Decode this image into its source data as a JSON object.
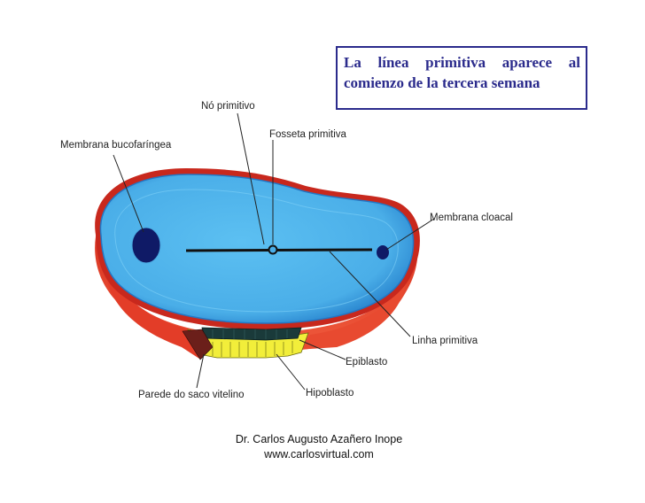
{
  "title": "La línea primitiva aparece al comienzo de la tercera semana",
  "labels": {
    "no_primitivo": "Nó primitivo",
    "membrana_bucofaringea": "Membrana bucofaríngea",
    "fosseta_primitiva": "Fosseta primitiva",
    "membrana_cloacal": "Membrana cloacal",
    "linha_primitiva": "Linha primitiva",
    "epiblasto": "Epiblasto",
    "parede_saco_vitelino": "Parede do saco vitelino",
    "hipoblasto": "Hipoblasto"
  },
  "credit": {
    "author": "Dr. Carlos Augusto Azañero Inope",
    "website": "www.carlosvirtual.com"
  },
  "colors": {
    "epiblast_blue": "#52b6ec",
    "epiblast_edge": "#1f6fb8",
    "amnion_red": "#e8412e",
    "hypoblast_yellow": "#f2ee3a",
    "membrane_navy": "#0f1a66",
    "title_blue": "#2b2b8c"
  }
}
